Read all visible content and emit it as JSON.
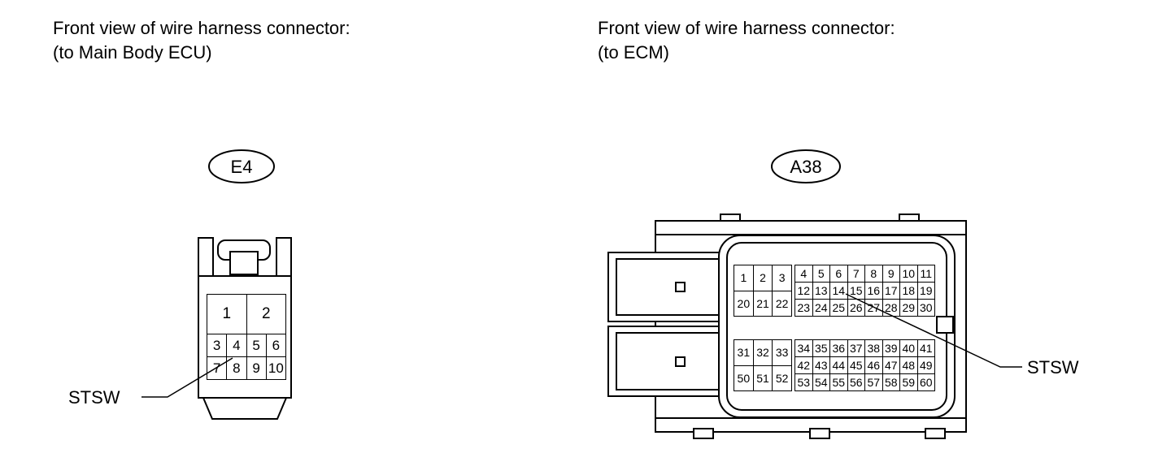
{
  "appearance": {
    "line_color": "#000000",
    "background_color": "#ffffff"
  },
  "left_panel": {
    "title_line1": "Front view of wire harness connector:",
    "title_line2": "(to Main Body ECU)",
    "connector_id": "E4",
    "signal_label": "STSW",
    "signal_points_to_pin": "4",
    "pin_rows_top": [
      [
        "1",
        "2"
      ]
    ],
    "pin_rows_bottom": [
      [
        "3",
        "4",
        "5",
        "6"
      ],
      [
        "7",
        "8",
        "9",
        "10"
      ]
    ]
  },
  "right_panel": {
    "title_line1": "Front view of wire harness connector:",
    "title_line2": "(to ECM)",
    "connector_id": "A38",
    "signal_label": "STSW",
    "signal_points_to_pin": "14",
    "upper_left_rows": [
      [
        "1",
        "2",
        "3"
      ],
      [
        "20",
        "21",
        "22"
      ]
    ],
    "upper_right_rows": [
      [
        "4",
        "5",
        "6",
        "7",
        "8",
        "9",
        "10",
        "11"
      ],
      [
        "12",
        "13",
        "14",
        "15",
        "16",
        "17",
        "18",
        "19"
      ],
      [
        "23",
        "24",
        "25",
        "26",
        "27",
        "28",
        "29",
        "30"
      ]
    ],
    "lower_left_rows": [
      [
        "31",
        "32",
        "33"
      ],
      [
        "50",
        "51",
        "52"
      ]
    ],
    "lower_right_rows": [
      [
        "34",
        "35",
        "36",
        "37",
        "38",
        "39",
        "40",
        "41"
      ],
      [
        "42",
        "43",
        "44",
        "45",
        "46",
        "47",
        "48",
        "49"
      ],
      [
        "53",
        "54",
        "55",
        "56",
        "57",
        "58",
        "59",
        "60"
      ]
    ]
  }
}
